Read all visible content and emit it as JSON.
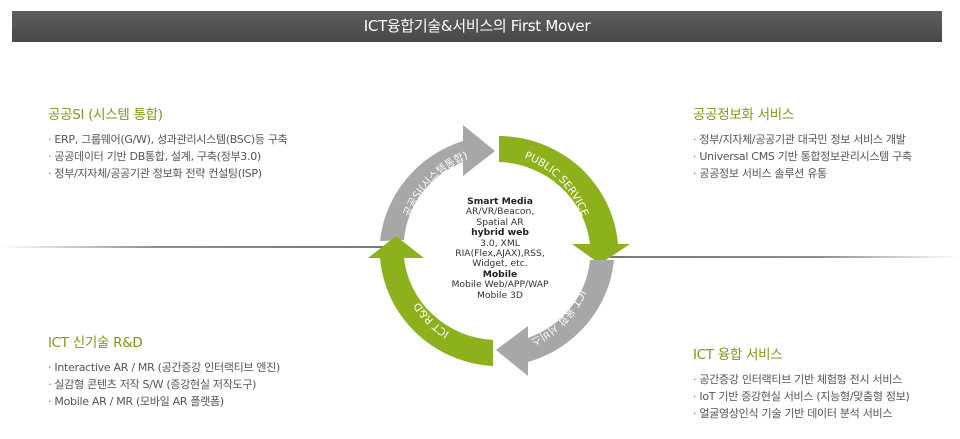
{
  "header": {
    "title": "ICT융합기술&서비스의 First Mover"
  },
  "cycle": {
    "segments": [
      {
        "label": "공공SI(시스템통합)",
        "color": "#a6a6a6"
      },
      {
        "label": "PUBLIC SERVICE",
        "color": "#8cb11c"
      },
      {
        "label": "ICT 융합 서비스",
        "color": "#a6a6a6"
      },
      {
        "label": "ICT R&D",
        "color": "#8cb11c"
      }
    ],
    "center": [
      {
        "text": "Smart Media",
        "bold": true
      },
      {
        "text": "AR/VR/Beacon,",
        "bold": false
      },
      {
        "text": "Spatial AR",
        "bold": false
      },
      {
        "text": "hybrid web",
        "bold": true
      },
      {
        "text": "3.0, XML",
        "bold": false
      },
      {
        "text": "RIA(Flex,AJAX),RSS,",
        "bold": false
      },
      {
        "text": "Widget, etc.",
        "bold": false
      },
      {
        "text": "Mobile",
        "bold": true
      },
      {
        "text": "Mobile Web/APP/WAP",
        "bold": false
      },
      {
        "text": "Mobile 3D",
        "bold": false
      }
    ]
  },
  "blocks": {
    "top_left": {
      "title": "공공SI (시스템 통합)",
      "items": [
        "ERP, 그룹웨어(G/W), 성과관리시스템(BSC)등 구축",
        "공공데이터 기반 DB통합, 설계, 구축(정부3.0)",
        "정부/지자체/공공기관 정보화 전략 컨설팅(ISP)"
      ]
    },
    "top_right": {
      "title": "공공정보화 서비스",
      "items": [
        "정부/지자체/공공기관 대국민 정보 서비스 개발",
        "Universal CMS 기반 통합정보관리시스템 구축",
        "공공정보 서비스 솔루션 유통"
      ]
    },
    "bottom_left": {
      "title": "ICT 신기술 R&D",
      "items": [
        "Interactive AR / MR (공간증강 인터랙티브 엔진)",
        "실감형 콘텐츠 저작 S/W (증강현실 저작도구)",
        "Mobile AR / MR (모바일 AR 플랫폼)"
      ]
    },
    "bottom_right": {
      "title": "ICT 융합 서비스",
      "items": [
        "공간증강 인터랙티브 기반  체험형 전시 서비스",
        "IoT 기반 증강현실 서비스 (지능형/맞춤형 정보)",
        "얼굴영상인식 기술 기반 데이터 분석 서비스"
      ]
    }
  }
}
